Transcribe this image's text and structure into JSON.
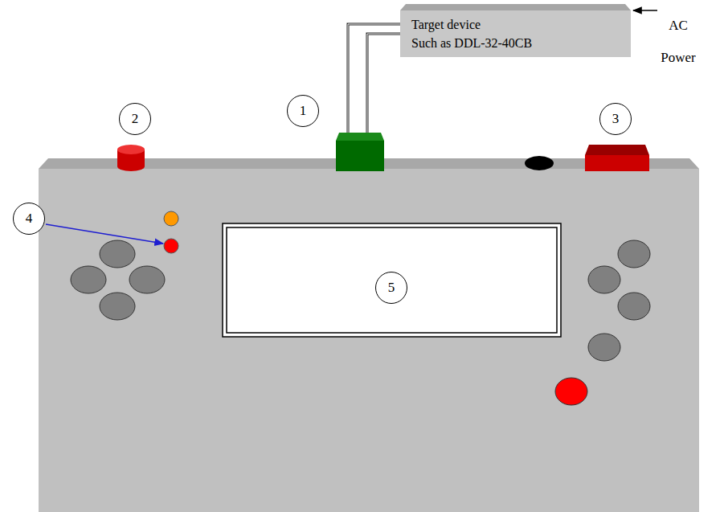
{
  "diagram": {
    "nodes": [
      {
        "text": [
          "Target device",
          "Such as DDL-32-40CB"
        ]
      },
      {
        "text": [
          "2"
        ]
      },
      {
        "text": [
          "1"
        ]
      },
      {
        "text": [
          "3"
        ]
      },
      {
        "text": [
          "4"
        ]
      },
      {
        "text": [
          "5"
        ]
      }
    ],
    "labels": [
      "AC Power"
    ]
  }
}
